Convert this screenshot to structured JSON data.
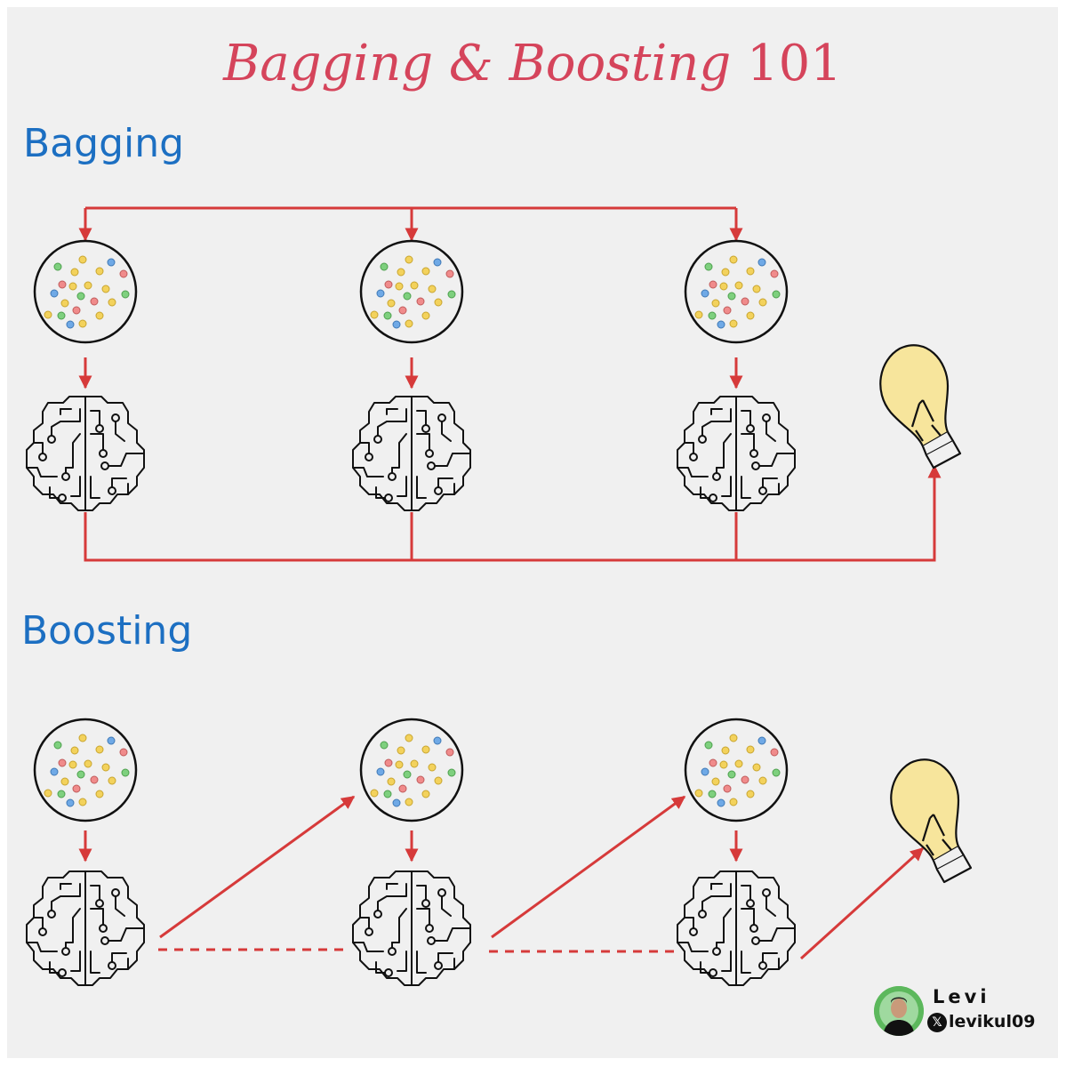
{
  "title": {
    "main": "Bagging & Boosting",
    "suffix": "101"
  },
  "sections": [
    {
      "label": "Bagging"
    },
    {
      "label": "Boosting"
    }
  ],
  "colors": {
    "title": "#d5445b",
    "section_label": "#1c6fc2",
    "arrow": "#d63a3a",
    "bulb_fill": "#f7e59c",
    "background": "#f0f0f0",
    "dot_green": "#7ed07e",
    "dot_yellow": "#f3d25c",
    "dot_red": "#f08b8b",
    "dot_blue": "#6fa9e6"
  },
  "author": {
    "name": "Levi",
    "handle": "levikul09",
    "icon": "x-logo-icon"
  },
  "icons": {
    "dataset": "data-sample-circle-icon",
    "model": "circuit-brain-icon",
    "result": "lightbulb-icon"
  }
}
